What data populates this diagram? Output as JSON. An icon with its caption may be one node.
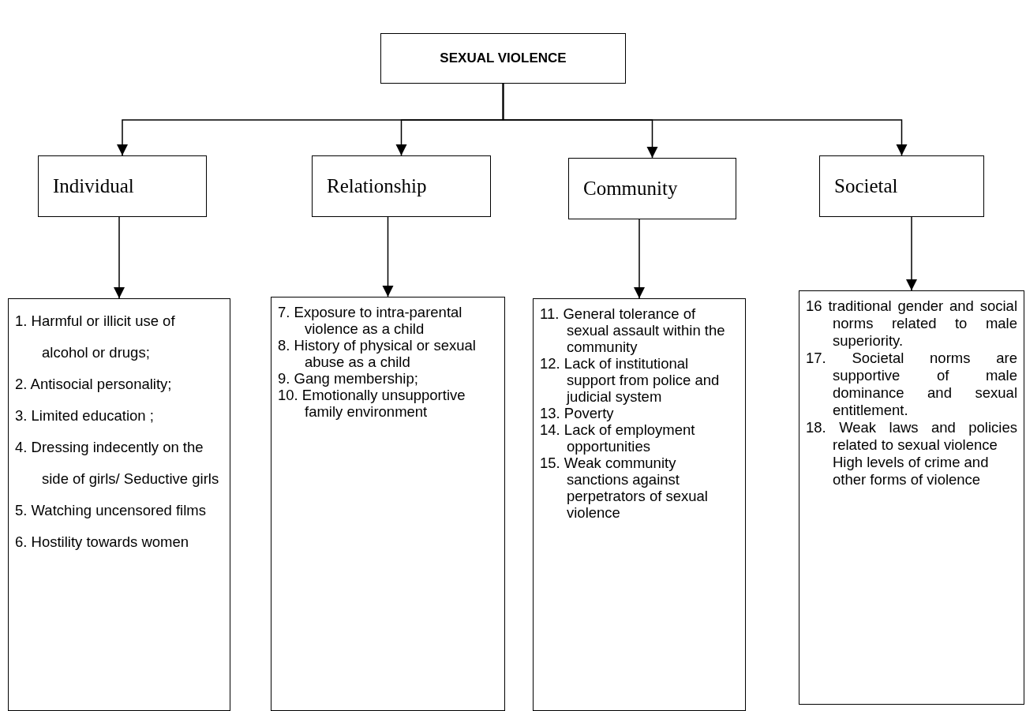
{
  "diagram": {
    "nodes": [
      {
        "text": [
          "SEXUAL VIOLENCE"
        ]
      },
      {
        "text": [
          "Individual"
        ]
      },
      {
        "text": [
          "Relationship"
        ]
      },
      {
        "text": [
          "Community"
        ]
      },
      {
        "text": [
          "Societal"
        ]
      },
      {
        "text": [
          "1. Harmful or illicit use of alcohol or drugs;",
          "2. Antisocial personality;",
          "3. Limited education ;",
          "4. Dressing indecently on the side of girls/ Seductive girls",
          "5. Watching uncensored films",
          "6. Hostility towards women"
        ]
      },
      {
        "text": [
          "7. Exposure to intra-parental violence as a child",
          "8. History of physical or sexual abuse as a child",
          "9. Gang membership;",
          "10. Emotionally unsupportive family environment"
        ]
      },
      {
        "text": [
          "11. General tolerance of sexual assault within the community",
          "12. Lack of institutional support from police and judicial system",
          "13. Poverty",
          "14. Lack of employment opportunities",
          "15. Weak community sanctions against perpetrators of sexual violence"
        ]
      },
      {
        "text": [
          "16 traditional gender and social norms related to male superiority.",
          "17. Societal norms are supportive of male dominance and sexual entitlement.",
          "18. Weak laws and policies related to sexual violence",
          "High levels of crime and other forms of violence"
        ]
      }
    ],
    "edges": [
      {
        "from": 0,
        "to": 1,
        "arrow": "to"
      },
      {
        "from": 0,
        "to": 2,
        "arrow": "to"
      },
      {
        "from": 0,
        "to": 3,
        "arrow": "to"
      },
      {
        "from": 0,
        "to": 4,
        "arrow": "to"
      },
      {
        "from": 1,
        "to": 5,
        "arrow": "to"
      },
      {
        "from": 2,
        "to": 6,
        "arrow": "to"
      },
      {
        "from": 3,
        "to": 7,
        "arrow": "to"
      },
      {
        "from": 4,
        "to": 8,
        "arrow": "to"
      }
    ]
  }
}
